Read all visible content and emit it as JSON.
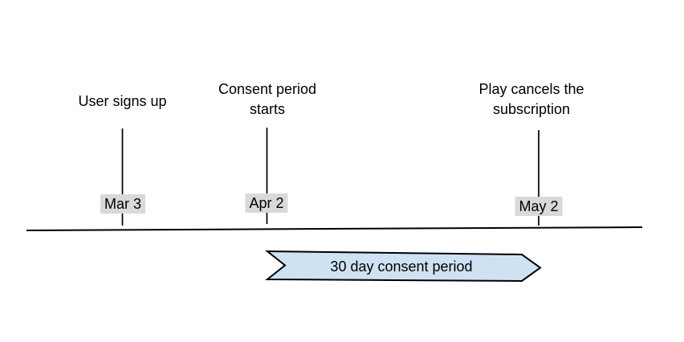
{
  "diagram": {
    "type": "timeline",
    "events": [
      {
        "label": "User signs up",
        "date": "Mar 3"
      },
      {
        "label": "Consent period starts",
        "date": "Apr 2"
      },
      {
        "label": "Play cancels the subscription",
        "date": "May 2"
      }
    ],
    "banner": {
      "label": "30 day consent period"
    },
    "colors": {
      "banner_fill": "#cfe2f3",
      "banner_border": "#000000",
      "date_label_background": "#d9d9d9",
      "line": "#000000",
      "text": "#000000"
    }
  }
}
